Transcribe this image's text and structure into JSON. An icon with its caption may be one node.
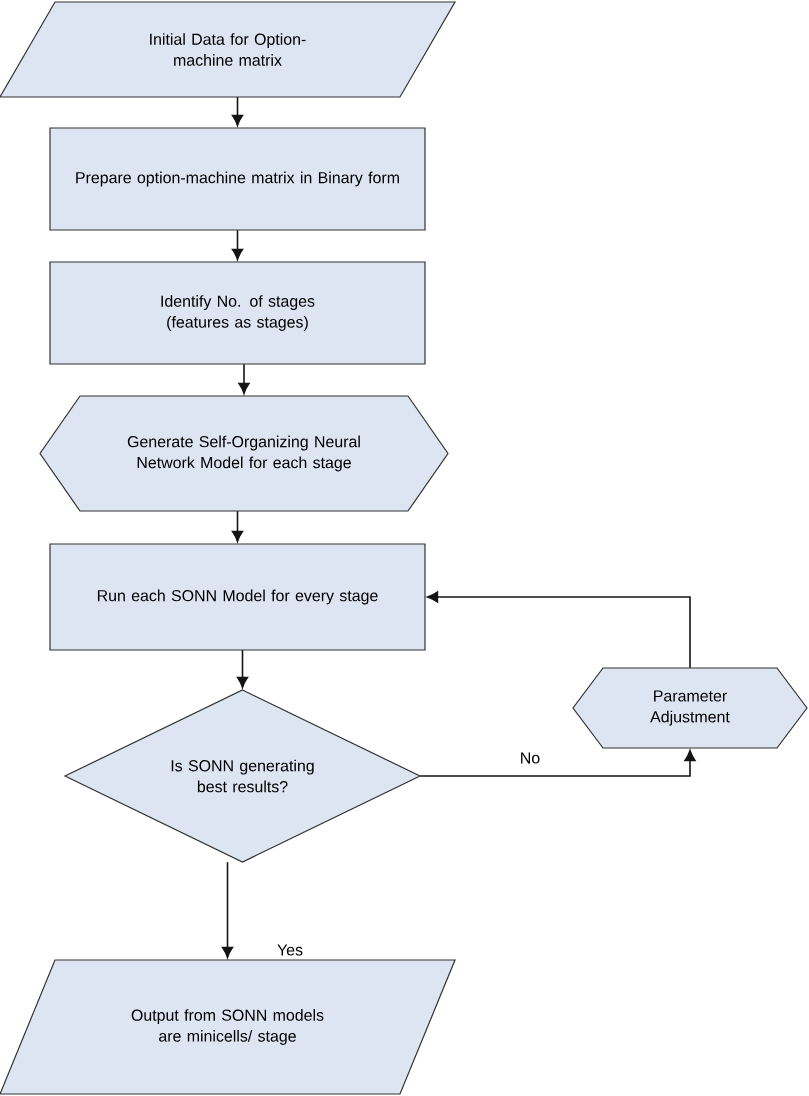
{
  "diagram": {
    "nodes": [
      {
        "text": [
          "Initial Data for Option- machine matrix"
        ]
      },
      {
        "text": [
          "Prepare option-machine matrix in Binary form"
        ]
      },
      {
        "text": [
          "Identify No. of stages (features as stages)"
        ]
      },
      {
        "text": [
          "Generate Self-Organizing Neural Network Model for each stage"
        ]
      },
      {
        "text": [
          "Run each SONN Model for every stage"
        ]
      },
      {
        "text": [
          "Parameter Adjustment"
        ]
      },
      {
        "text": [
          "Is SONN generating best results?"
        ]
      },
      {
        "text": [
          "Output from SONN models are minicells/ stage"
        ]
      }
    ],
    "edges": [
      {
        "from": 0,
        "to": 1,
        "arrow": "to"
      },
      {
        "from": 1,
        "to": 2,
        "arrow": "to"
      },
      {
        "from": 2,
        "to": 3,
        "arrow": "to"
      },
      {
        "from": 3,
        "to": 4,
        "arrow": "to"
      },
      {
        "from": 4,
        "to": 6,
        "arrow": "to"
      },
      {
        "from": 6,
        "to": 5,
        "arrow": "to",
        "label": "No"
      },
      {
        "from": 5,
        "to": 4,
        "arrow": "to"
      },
      {
        "from": 6,
        "to": 7,
        "arrow": "to",
        "label": "Yes"
      }
    ]
  }
}
